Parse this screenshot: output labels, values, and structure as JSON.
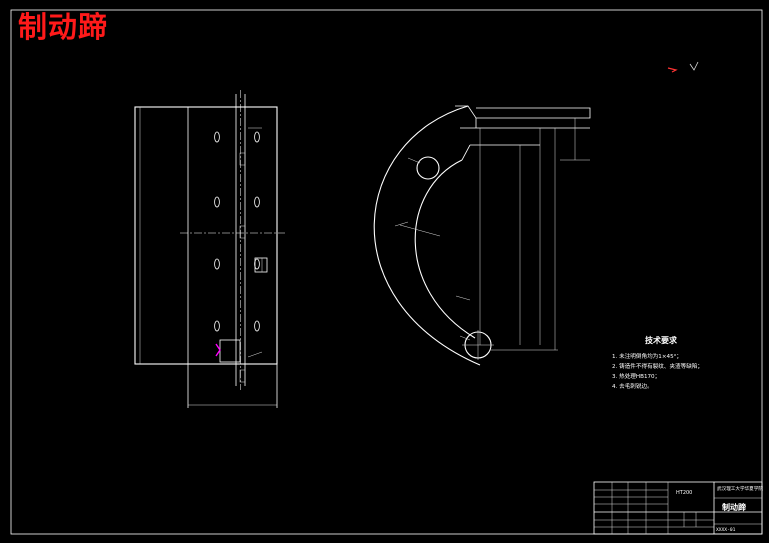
{
  "title": "制动蹄",
  "tech_requirements": {
    "heading": "技术要求",
    "items": [
      "1. 未注明倒角均为1×45°；",
      "2. 铸造件不得有裂纹、夹渣等缺陷；",
      "3. 热处理HB170；",
      "4. 去毛刺锐边。"
    ]
  },
  "title_block": {
    "drawing_name": "制动蹄",
    "material": "HT200",
    "school": "武汉理工大学华夏学院",
    "drawing_number": "XXXX-01"
  },
  "colors": {
    "background": "#000000",
    "lines": "#ffffff",
    "title": "#ff1a1a",
    "highlight": "#ff00ff"
  }
}
